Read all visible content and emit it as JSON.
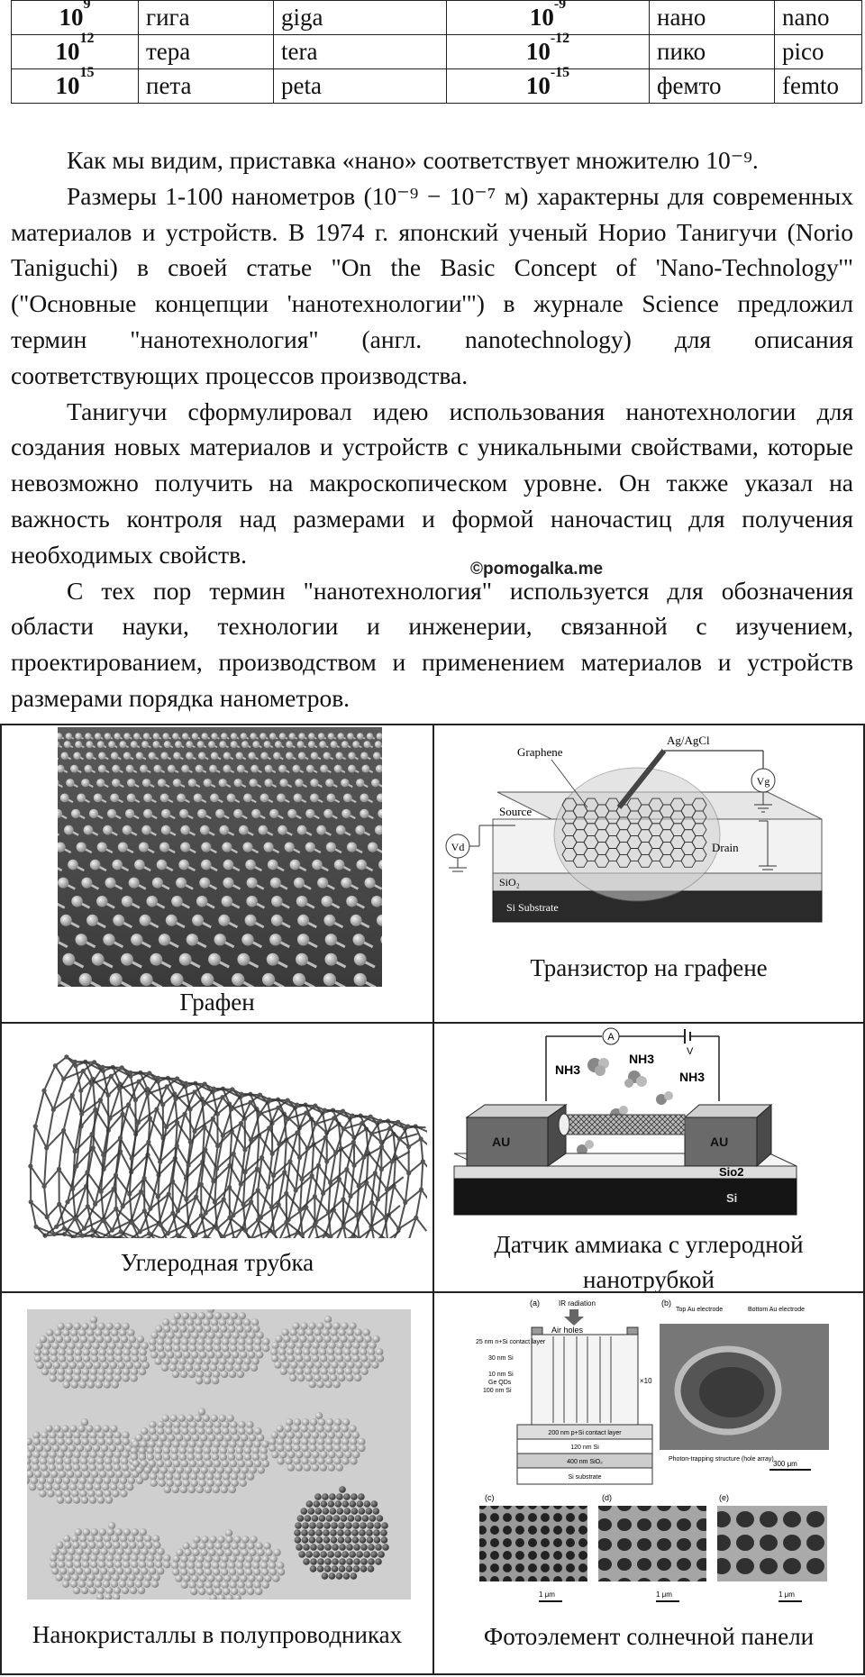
{
  "prefix_table": {
    "rows": [
      {
        "power_base": "10",
        "power_exp": "9",
        "ru": "гига",
        "en": "giga",
        "neg_base": "10",
        "neg_exp": "-9",
        "neg_ru": "нано",
        "neg_en": "nano"
      },
      {
        "power_base": "10",
        "power_exp": "12",
        "ru": "тера",
        "en": "tera",
        "neg_base": "10",
        "neg_exp": "-12",
        "neg_ru": "пико",
        "neg_en": "pico"
      },
      {
        "power_base": "10",
        "power_exp": "15",
        "ru": "пета",
        "en": "peta",
        "neg_base": "10",
        "neg_exp": "-15",
        "neg_ru": "фемто",
        "neg_en": "femto"
      }
    ]
  },
  "paragraphs": [
    "Как мы видим, приставка «нано» соответствует множителю 10⁻⁹.",
    "Размеры 1-100 нанометров (10⁻⁹ − 10⁻⁷ м) характерны для современных материалов и устройств. В 1974 г. японский ученый Норио Танигучи (Norio Taniguchi) в своей статье \"On the Basic Concept of 'Nano-Technology'\" (\"Основные концепции 'нанотехнологии'\") в журнале Science предложил термин \"нанотехнология\" (англ. nanotechnology) для описания соответствующих процессов производства.",
    "Танигучи сформулировал идею использования нанотехнологии для создания новых материалов и устройств с уникальными свойствами, которые невозможно получить на макроскопическом уровне. Он также указал на важность контроля над размерами и формой наночастиц для получения необходимых свойств.",
    "С тех пор термин \"нанотехнология\" используется для обозначения области науки, технологии и инженерии, связанной с изучением, проектированием, производством и применением материалов и устройств размерами порядка нанометров."
  ],
  "watermark": "©pomogalka.me",
  "figures": {
    "graphene": {
      "caption": "Графен"
    },
    "transistor": {
      "caption": "Транзистор на графене",
      "labels": {
        "graphene": "Graphene",
        "electrode": "Ag/AgCl",
        "vg": "Vg",
        "source": "Source",
        "vd": "Vd",
        "drain": "Drain",
        "sio2": "SiO₂",
        "substrate": "Si Substrate"
      }
    },
    "nanotube": {
      "caption": "Углеродная трубка"
    },
    "sensor": {
      "caption_line1": "Датчик аммиака с углеродной",
      "caption_line2": "нанотрубкой",
      "labels": {
        "ammeter": "A",
        "voltage": "V",
        "nh3": "NH3",
        "au": "AU",
        "sio2": "Sio2",
        "si": "Si"
      }
    },
    "nanocrystals": {
      "caption": "Нанокристаллы в полупроводниках"
    },
    "solar": {
      "caption": "Фотоэлемент солнечной панели",
      "labels": {
        "panel_a": "(a)",
        "panel_b": "(b)",
        "panel_c": "(c)",
        "panel_d": "(d)",
        "panel_e": "(e)",
        "ir": "IR radiation",
        "air_holes": "Air holes",
        "layer1": "25 nm n+Si contact layer",
        "layer2": "30 nm Si",
        "layer3": "10 nm Si",
        "layer4": "Ge QDs",
        "layer5": "100 nm Si",
        "contact": "200 nm p+Si contact layer",
        "si120": "120 nm Si",
        "sio2": "400 nm SiO₂",
        "substrate": "Si substrate",
        "times10": "×10",
        "top_au": "Top Au electrode",
        "bottom_au": "Bottom Au electrode",
        "photon": "Photon-trapping structure (hole array)",
        "scale300": "300 μm",
        "scale1": "1 μm"
      }
    }
  }
}
